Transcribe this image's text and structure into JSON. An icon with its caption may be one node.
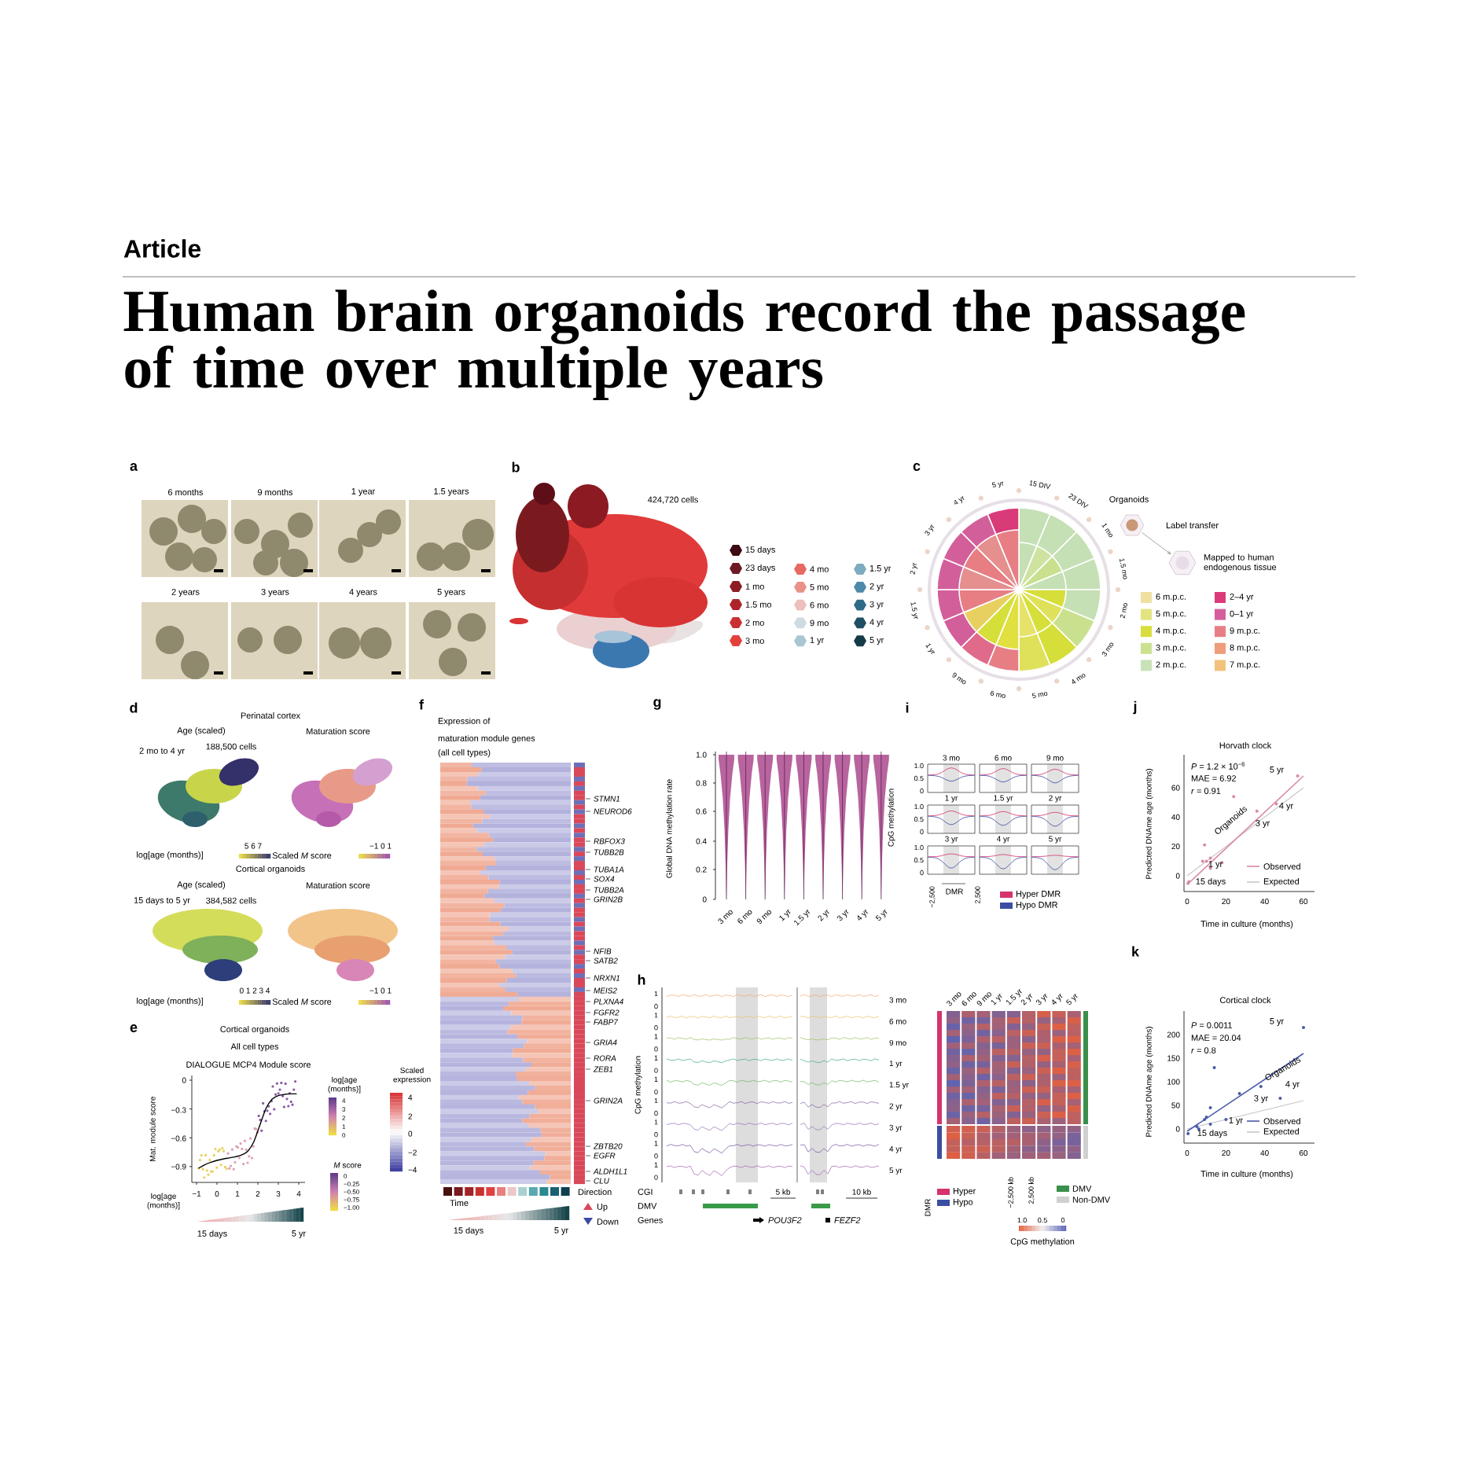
{
  "diagram": {
    "title": "Human brain organoids record the passage of time over multiple years",
    "nodes": [
      {
        "text": [
          "Organoids"
        ]
      },
      {
        "text": [
          "Mapped to human endogenous tissue"
        ]
      }
    ],
    "edges": [
      {
        "from": 0,
        "to": 1,
        "label": "Label transfer",
        "arrow": "to"
      }
    ],
    "labels": [
      "Article",
      "a",
      "6 months",
      "9 months",
      "1 year",
      "1.5 years",
      "2 years",
      "3 years",
      "4 years",
      "5 years",
      "b",
      "424,720 cells",
      "c",
      "15 DIV",
      "23 DIV",
      "1 mo",
      "1.5 mo",
      "2 mo",
      "3 mo",
      "4 mo",
      "6 mo",
      "5 mo",
      "9 mo",
      "1 yr",
      "1.5 yr",
      "2 yr",
      "3 yr",
      "4 yr",
      "5 yr",
      "d",
      "Perinatal cortex",
      "Age (scaled)",
      "Maturation score",
      "2 mo to 4 yr",
      "188,500 cells",
      "log[age (months)]",
      "5 6 7",
      "Scaled *M* score",
      "−1 0 1",
      "Cortical organoids",
      "Age (scaled)",
      "Maturation score",
      "15 days to 5 yr",
      "384,582 cells",
      "log[age (months)]",
      "0 1 2 3 4",
      "Scaled *M* score",
      "−1 0 1",
      "e",
      "Cortical organoids",
      "All cell types",
      "DIALOGUE MCP4 Module score",
      "Mat. module score",
      "0",
      "−0.3",
      "−0.6",
      "−0.9",
      "log[age (months)]",
      "−1",
      "0",
      "1",
      "2",
      "3",
      "4",
      "log[age (months)]",
      "4",
      "3",
      "2",
      "1",
      "0",
      "*M* score",
      "0",
      "−0.25",
      "−0.50",
      "−0.75",
      "−1.00",
      "15 days",
      "5 yr",
      "Scaled expression",
      "4",
      "2",
      "0",
      "−2",
      "−4",
      "f",
      "Expression of",
      "maturation module genes",
      "(all cell types)",
      "STMN1",
      "NEUROD6",
      "RBFOX3",
      "TUBB2B",
      "TUBA1A",
      "SOX4",
      "TUBB2A",
      "GRIN2B",
      "NFIB",
      "SATB2",
      "NRXN1",
      "MEIS2",
      "PLXNA4",
      "FGFR2",
      "FABP7",
      "GRIA4",
      "RORA",
      "ZEB1",
      "GRIN2A",
      "ZBTB20",
      "EGFR",
      "ALDH1L1",
      "CLU",
      "Time",
      "15 days",
      "5 yr",
      "Direction",
      "Up",
      "Down",
      "g",
      "Global DNA methylation rate",
      "1.0",
      "0.8",
      "0.6",
      "0.4",
      "0.2",
      "0",
      "3 mo",
      "6 mo",
      "9 mo",
      "1 yr",
      "1.5 yr",
      "2 yr",
      "3 yr",
      "4 yr",
      "5 yr",
      "h",
      "CpG methylation",
      "1",
      "0",
      "1",
      "0",
      "1",
      "0",
      "1",
      "0",
      "1",
      "0",
      "1",
      "0",
      "1",
      "0",
      "1",
      "0",
      "1",
      "0",
      "3 mo",
      "6 mo",
      "9 mo",
      "1 yr",
      "1.5 yr",
      "2 yr",
      "3 yr",
      "4 yr",
      "5 yr",
      "CGI",
      "DMV",
      "Genes",
      "5 kb",
      "10 kb",
      "POU3F2",
      "FEZF2",
      "i",
      "CpG methylation",
      "3 mo",
      "6 mo",
      "9 mo",
      "1 yr",
      "1.5 yr",
      "2 yr",
      "3 yr",
      "4 yr",
      "5 yr",
      "1.0",
      "0.5",
      "0",
      "1.0",
      "0.5",
      "0",
      "1.0",
      "0.5",
      "0",
      "−2,500",
      "DMR",
      "2,500",
      "3 mo",
      "6 mo",
      "9 mo",
      "1 yr",
      "1.5 yr",
      "2 yr",
      "3 yr",
      "4 yr",
      "5 yr",
      "DMR",
      "−2,500 kb",
      "2,500 kb",
      "1.0",
      "0.5",
      "0",
      "CpG methylation",
      "j",
      "Horvath clock",
      "Predicted DNAme age (months)",
      "60",
      "40",
      "20",
      "0",
      "0",
      "20",
      "40",
      "60",
      "Time in culture (months)",
      "*P* = 1.2 × 10$^{−6}$",
      "MAE = 6.92",
      "*r* = 0.91",
      "5 yr",
      "4 yr",
      "3 yr",
      "Organoids",
      "1 yr",
      "15 days",
      "k",
      "Cortical clock",
      "Predicted DNAme age (months)",
      "200",
      "150",
      "100",
      "50",
      "0",
      "0",
      "20",
      "40",
      "60",
      "Time in culture (months)",
      "*P* = 0.0011",
      "MAE = 20.04",
      "*r* = 0.8",
      "5 yr",
      "Organoids",
      "4 yr",
      "3 yr",
      "1 yr",
      "15 days"
    ],
    "legend": [
      {
        "text": "15 days",
        "color": "#3b0b12"
      },
      {
        "text": "23 days",
        "color": "#6e1a22"
      },
      {
        "text": "1 mo",
        "color": "#8c1d25"
      },
      {
        "text": "1.5 mo",
        "color": "#ad252b"
      },
      {
        "text": "2 mo",
        "color": "#c93034"
      },
      {
        "text": "3 mo",
        "color": "#e4403b"
      },
      {
        "text": "4 mo",
        "color": "#e66a62"
      },
      {
        "text": "5 mo",
        "color": "#e99189"
      },
      {
        "text": "6 mo",
        "color": "#ecc0bb"
      },
      {
        "text": "9 mo",
        "color": "#cfdbe0"
      },
      {
        "text": "1 yr",
        "color": "#a9c6d2"
      },
      {
        "text": "1.5 yr",
        "color": "#7fabc0"
      },
      {
        "text": "2 yr",
        "color": "#4d89a8"
      },
      {
        "text": "3 yr",
        "color": "#2d6b87"
      },
      {
        "text": "4 yr",
        "color": "#1f4f63"
      },
      {
        "text": "5 yr",
        "color": "#143a46"
      },
      {
        "text": "6 m.p.c.",
        "color": "#efe0a2"
      },
      {
        "text": "5 m.p.c.",
        "color": "#e2e47f"
      },
      {
        "text": "4 m.p.c.",
        "color": "#d7de3d"
      },
      {
        "text": "3 m.p.c.",
        "color": "#cbe190"
      },
      {
        "text": "2 m.p.c.",
        "color": "#c8e2b8"
      },
      {
        "text": "2–4 yr",
        "color": "#dc3b79"
      },
      {
        "text": "0–1 yr",
        "color": "#d55f9c"
      },
      {
        "text": "9 m.p.c.",
        "color": "#e87f85"
      },
      {
        "text": "8 m.p.c.",
        "color": "#ee9c7a"
      },
      {
        "text": "7 m.p.c.",
        "color": "#f2c27c"
      },
      {
        "text": "Hyper DMR",
        "color": "#d6336e"
      },
      {
        "text": "Hypo DMR",
        "color": "#3b4ea3"
      },
      {
        "text": "Hyper",
        "color": "#d6336e"
      },
      {
        "text": "Hypo",
        "color": "#3b4ea3"
      },
      {
        "text": "DMV",
        "color": "#3a8f4a"
      },
      {
        "text": "Non-DMV",
        "color": "#d0d0d0"
      },
      {
        "text": "Observed"
      },
      {
        "text": "Expected"
      },
      {
        "text": "Observed"
      },
      {
        "text": "Expected"
      }
    ]
  }
}
